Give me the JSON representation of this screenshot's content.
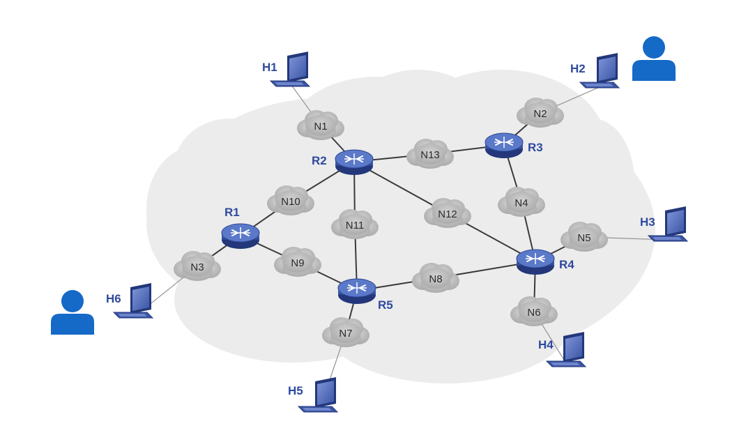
{
  "colors": {
    "background_cloud": "#ececec",
    "network_cloud": "#b9b9b9",
    "router_fill": "#3f5fb0",
    "label_blue": "#2e4a9e",
    "user_icon": "#1569c7"
  },
  "icons": {
    "router": "router-icon",
    "host": "laptop-icon",
    "user": "user-icon",
    "network": "cloud-icon"
  },
  "routers": [
    "R1",
    "R2",
    "R3",
    "R4",
    "R5"
  ],
  "networks": [
    "N1",
    "N2",
    "N3",
    "N4",
    "N5",
    "N6",
    "N7",
    "N8",
    "N9",
    "N10",
    "N11",
    "N12",
    "N13"
  ],
  "hosts": [
    "H1",
    "H2",
    "H3",
    "H4",
    "H5",
    "H6"
  ],
  "users": [
    "user-top-right",
    "user-left"
  ],
  "links": [
    [
      "R2",
      "N1"
    ],
    [
      "R2",
      "N13"
    ],
    [
      "N13",
      "R3"
    ],
    [
      "R3",
      "N2"
    ],
    [
      "R3",
      "N4"
    ],
    [
      "N4",
      "R4"
    ],
    [
      "R2",
      "N12"
    ],
    [
      "N12",
      "R4"
    ],
    [
      "R2",
      "N11"
    ],
    [
      "N11",
      "R5"
    ],
    [
      "R2",
      "N10"
    ],
    [
      "N10",
      "R1"
    ],
    [
      "R1",
      "N9"
    ],
    [
      "N9",
      "R5"
    ],
    [
      "R1",
      "N3"
    ],
    [
      "R5",
      "N8"
    ],
    [
      "N8",
      "R4"
    ],
    [
      "R5",
      "N7"
    ],
    [
      "R4",
      "N5"
    ],
    [
      "R4",
      "N6"
    ]
  ],
  "host_links": [
    [
      "H1",
      "N1"
    ],
    [
      "H2",
      "N2"
    ],
    [
      "H3",
      "N5"
    ],
    [
      "H4",
      "N6"
    ],
    [
      "H5",
      "N7"
    ],
    [
      "H6",
      "N3"
    ]
  ]
}
